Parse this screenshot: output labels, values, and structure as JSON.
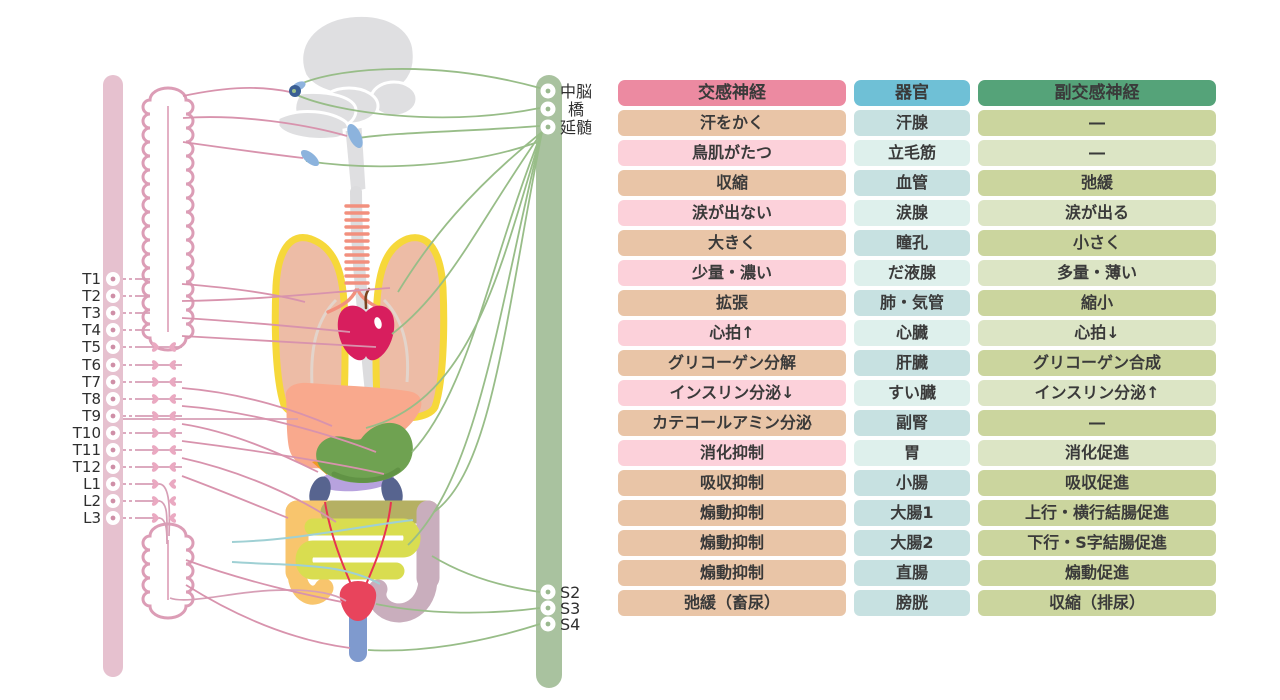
{
  "figure": {
    "spine_labels": [
      "T1",
      "T2",
      "T3",
      "T4",
      "T5",
      "T6",
      "T7",
      "T8",
      "T9",
      "T10",
      "T11",
      "T12",
      "L1",
      "L2",
      "L3"
    ],
    "brainstem_labels": [
      "中脳",
      "橋",
      "延髄"
    ],
    "sacral_labels": [
      "S2",
      "S3",
      "S4"
    ],
    "colors": {
      "sympathetic_trunk": "#e6c1cf",
      "sympathetic_nerve": "#d893ad",
      "parasympathetic_trunk": "#a9c29f",
      "parasympathetic_nerve": "#98bd88",
      "brain": "#dfdfe1",
      "lung_fill": "#edbca6",
      "lung_outline": "#f6d83a",
      "trachea": "#f2907e",
      "heart_apple": "#d81e5e",
      "liver": "#f9a98d",
      "stomach": "#6fa251",
      "pancreas": "#b7a2de",
      "kidney": "#57648f",
      "adrenal": "#ef9a25",
      "colon_ascending": "#f8c56d",
      "colon_transverse": "#b5b063",
      "colon_descending": "#c9aebd",
      "small_intestine": "#d9dd50",
      "bladder": "#e8445c",
      "rectum": "#7f9ace",
      "ureter": "#e73450",
      "pancreas_nerve": "#9fd0d4"
    }
  },
  "table": {
    "headers": {
      "sympathetic": "交感神経",
      "organ": "器官",
      "parasympathetic": "副交感神経"
    },
    "header_colors": {
      "sympathetic": "#ec8aa1",
      "organ": "#6fc0d6",
      "parasympathetic": "#55a379"
    },
    "rows": [
      {
        "sympathetic": "汗をかく",
        "organ": "汗腺",
        "parasympathetic": "―",
        "shade": "dark"
      },
      {
        "sympathetic": "鳥肌がたつ",
        "organ": "立毛筋",
        "parasympathetic": "―",
        "shade": "light"
      },
      {
        "sympathetic": "収縮",
        "organ": "血管",
        "parasympathetic": "弛緩",
        "shade": "dark"
      },
      {
        "sympathetic": "涙が出ない",
        "organ": "涙腺",
        "parasympathetic": "涙が出る",
        "shade": "light"
      },
      {
        "sympathetic": "大きく",
        "organ": "瞳孔",
        "parasympathetic": "小さく",
        "shade": "dark"
      },
      {
        "sympathetic": "少量・濃い",
        "organ": "だ液腺",
        "parasympathetic": "多量・薄い",
        "shade": "light"
      },
      {
        "sympathetic": "拡張",
        "organ": "肺・気管",
        "parasympathetic": "縮小",
        "shade": "dark"
      },
      {
        "sympathetic": "心拍↑",
        "organ": "心臓",
        "parasympathetic": "心拍↓",
        "shade": "light"
      },
      {
        "sympathetic": "グリコーゲン分解",
        "organ": "肝臓",
        "parasympathetic": "グリコーゲン合成",
        "shade": "dark"
      },
      {
        "sympathetic": "インスリン分泌↓",
        "organ": "すい臓",
        "parasympathetic": "インスリン分泌↑",
        "shade": "light"
      },
      {
        "sympathetic": "カテコールアミン分泌",
        "organ": "副腎",
        "parasympathetic": "―",
        "shade": "dark"
      },
      {
        "sympathetic": "消化抑制",
        "organ": "胃",
        "parasympathetic": "消化促進",
        "shade": "light"
      },
      {
        "sympathetic": "吸収抑制",
        "organ": "小腸",
        "parasympathetic": "吸収促進",
        "shade": "dark"
      },
      {
        "sympathetic": "煽動抑制",
        "organ": "大腸1",
        "parasympathetic": "上行・横行結腸促進",
        "shade": "dark"
      },
      {
        "sympathetic": "煽動抑制",
        "organ": "大腸2",
        "parasympathetic": "下行・S字結腸促進",
        "shade": "dark"
      },
      {
        "sympathetic": "煽動抑制",
        "organ": "直腸",
        "parasympathetic": "煽動促進",
        "shade": "dark"
      },
      {
        "sympathetic": "弛緩（畜尿）",
        "organ": "膀胱",
        "parasympathetic": "収縮（排尿）",
        "shade": "dark"
      }
    ]
  }
}
